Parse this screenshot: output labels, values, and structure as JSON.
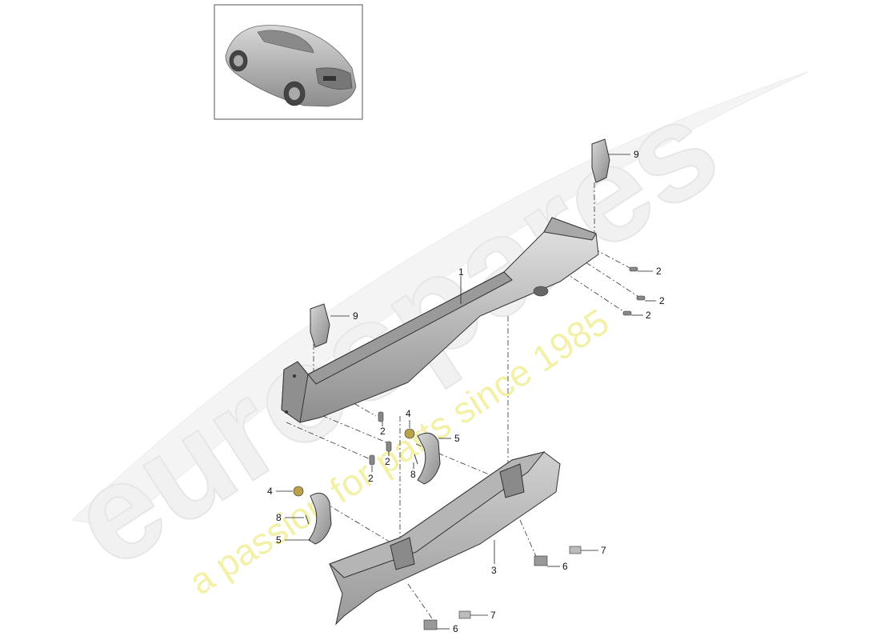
{
  "watermark": {
    "brand": "eurospares",
    "tagline": "a passion for parts since 1985"
  },
  "thumbnail": {
    "icon": "car-thumbnail-icon"
  },
  "callouts": [
    {
      "id": "c1",
      "label": "1"
    },
    {
      "id": "c2a",
      "label": "2"
    },
    {
      "id": "c2b",
      "label": "2"
    },
    {
      "id": "c2c",
      "label": "2"
    },
    {
      "id": "c2d",
      "label": "2"
    },
    {
      "id": "c2e",
      "label": "2"
    },
    {
      "id": "c2f",
      "label": "2"
    },
    {
      "id": "c3",
      "label": "3"
    },
    {
      "id": "c4a",
      "label": "4"
    },
    {
      "id": "c4b",
      "label": "4"
    },
    {
      "id": "c5a",
      "label": "5"
    },
    {
      "id": "c5b",
      "label": "5"
    },
    {
      "id": "c6a",
      "label": "6"
    },
    {
      "id": "c6b",
      "label": "6"
    },
    {
      "id": "c7a",
      "label": "7"
    },
    {
      "id": "c7b",
      "label": "7"
    },
    {
      "id": "c8a",
      "label": "8"
    },
    {
      "id": "c8b",
      "label": "8"
    },
    {
      "id": "c9a",
      "label": "9"
    },
    {
      "id": "c9b",
      "label": "9"
    }
  ]
}
